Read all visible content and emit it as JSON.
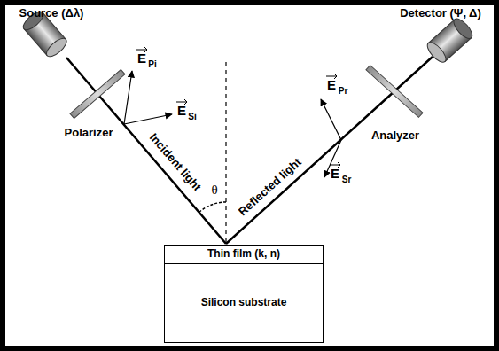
{
  "diagram": {
    "nodes": [
      {
        "text": [
          "Thin film (k, n)"
        ]
      },
      {
        "text": [
          "Silicon substrate"
        ]
      }
    ],
    "labels": [
      "Source (Δλ)",
      "Detector (Ψ, Δ)",
      "E",
      "Pi",
      "E",
      "Si",
      "Polarizer",
      "Incident light",
      "θ",
      "Reflected light",
      "E",
      "Pr",
      "E",
      "Sr",
      "Analyzer"
    ]
  }
}
